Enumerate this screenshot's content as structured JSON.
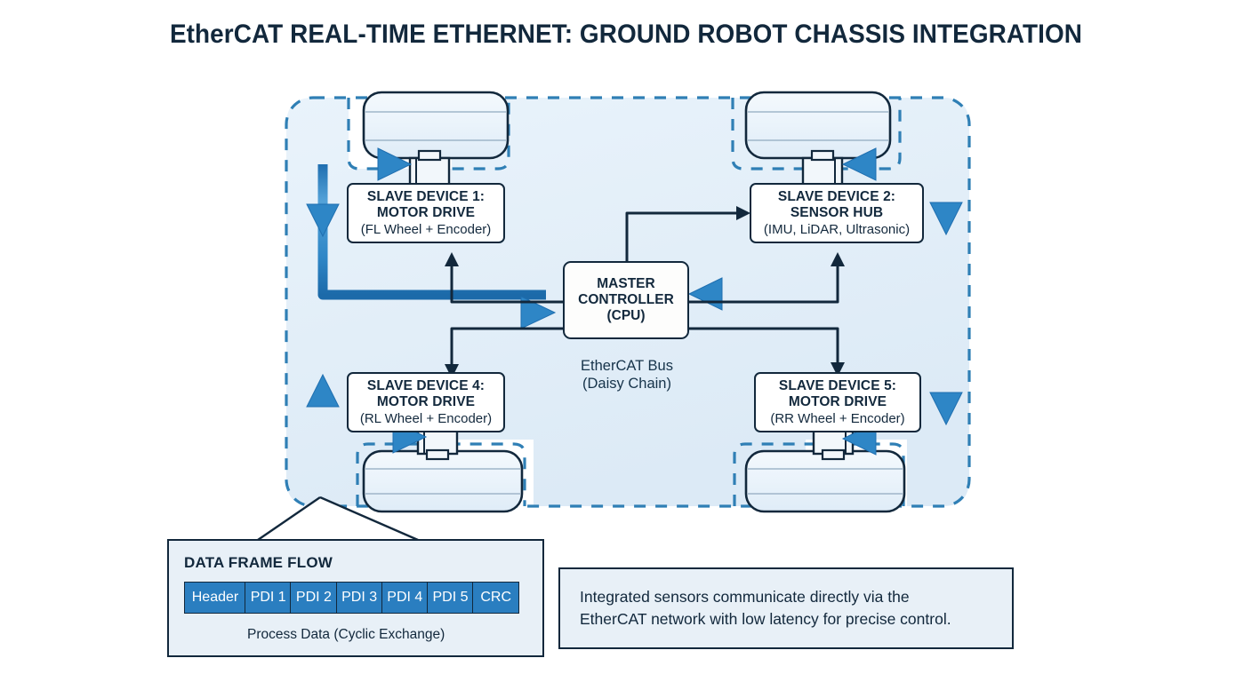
{
  "title": "EtherCAT REAL-TIME ETHERNET: GROUND ROBOT CHASSIS INTEGRATION",
  "colors": {
    "title_navy": "#12283c",
    "bus_blue": "#2a7ec0",
    "bus_blue_light": "#61a9dc",
    "chassis_dash": "#2f7fb5",
    "chassis_fill": "#e4eff8",
    "panel_fill": "#e8f0f7",
    "cell_blue": "#2a7ec0",
    "connector_navy": "#12283c",
    "page_bg": "#ffffff"
  },
  "chassis": {
    "label": "robot-chassis-outline",
    "style": "dashed"
  },
  "master": {
    "line1": "MASTER",
    "line2": "CONTROLLER",
    "line3": "(CPU)"
  },
  "bus_caption": {
    "line1": "EtherCAT Bus",
    "line2": "(Daisy Chain)"
  },
  "slaves": [
    {
      "id": "slave-1",
      "line1": "SLAVE DEVICE 1:",
      "line2": "MOTOR DRIVE",
      "line3": "(FL Wheel + Encoder)",
      "position": "front-left"
    },
    {
      "id": "slave-2",
      "line1": "SLAVE DEVICE 2:",
      "line2": "SENSOR HUB",
      "line3": "(IMU, LiDAR, Ultrasonic)",
      "position": "front-right"
    },
    {
      "id": "slave-4",
      "line1": "SLAVE DEVICE 4:",
      "line2": "MOTOR DRIVE",
      "line3": "(RL Wheel + Encoder)",
      "position": "rear-left"
    },
    {
      "id": "slave-5",
      "line1": "SLAVE DEVICE 5:",
      "line2": "MOTOR DRIVE",
      "line3": "(RR Wheel + Encoder)",
      "position": "rear-right"
    }
  ],
  "wheels": [
    {
      "id": "wheel-front-left"
    },
    {
      "id": "wheel-front-right"
    },
    {
      "id": "wheel-rear-left"
    },
    {
      "id": "wheel-rear-right"
    }
  ],
  "frame_panel": {
    "title": "DATA FRAME FLOW",
    "cells": [
      "Header",
      "PDI 1",
      "PDI 2",
      "PDI 3",
      "PDI 4",
      "PDI 5",
      "CRC"
    ],
    "note": "Process Data (Cyclic Exchange)"
  },
  "info_box": {
    "line1": "Integrated sensors communicate directly via the",
    "line2": "EtherCAT network with low latency for precise control."
  }
}
